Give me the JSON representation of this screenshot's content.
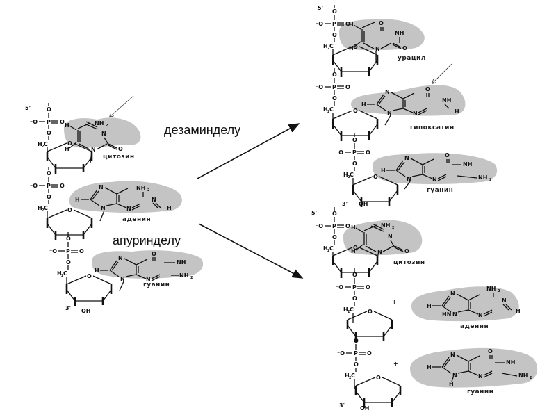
{
  "diagram": {
    "title": "DNA base damage: deamination and depurination",
    "colors": {
      "base_highlight": "#c4c4c4",
      "lines": "#111111",
      "background": "#ffffff"
    },
    "processes": {
      "deamination": "дезаминделу",
      "depurination": "апуринделу"
    },
    "chem": {
      "five_prime": "5'",
      "three_prime": "3'",
      "oh": "OH",
      "o": "O",
      "o_minus": "⁻O",
      "p": "P",
      "h2c": "H₂C",
      "h": "H",
      "n": "N",
      "nh": "NH",
      "hn": "HN",
      "nh2": "NH₂",
      "plus": "+"
    },
    "strands": {
      "original": {
        "bases": [
          "цитозин",
          "аденин",
          "гуанин"
        ]
      },
      "deaminated": {
        "bases": [
          "урацил",
          "гипоксатин",
          "гуанин"
        ]
      },
      "depurinated": {
        "bases": [
          "цитозин"
        ],
        "released_bases": [
          "аденин",
          "гуанин"
        ]
      }
    }
  }
}
